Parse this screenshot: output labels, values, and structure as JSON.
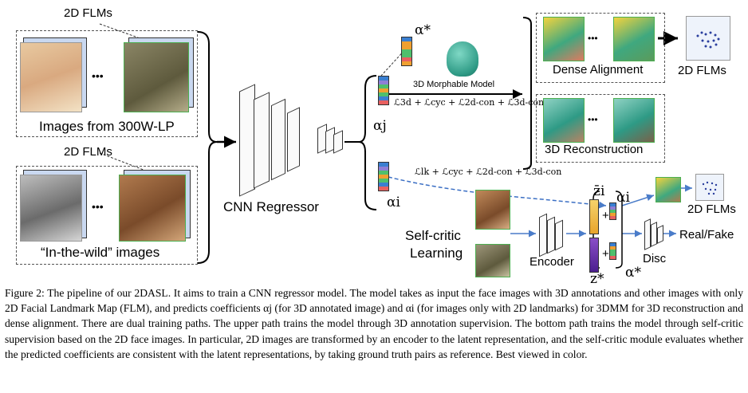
{
  "figure": {
    "top_left": {
      "flm_label_top": "2D FLMs",
      "box_title_top": "Images from 300W-LP",
      "flm_label_bottom": "2D FLMs",
      "box_title_bottom": "“In-the-wild” images",
      "ellipsis": "•••"
    },
    "regressor_label": "CNN Regressor",
    "alpha_star_top": "α*",
    "alpha_j": "αj",
    "alpha_i": "αi",
    "morphable_model": "3D Morphable Model",
    "loss_top": "ℒ3d + ℒcyc + ℒ2d-con + ℒ3d-con",
    "loss_bottom": "ℒlk + ℒcyc + ℒ2d-con + ℒ3d-con",
    "right_boxes": {
      "dense_alignment": "Dense Alignment",
      "reconstruction": "3D Reconstruction",
      "ellipsis": "•••"
    },
    "flm_output_top": "2D FLMs",
    "flm_output_bottom": "2D FLMs",
    "self_critic": [
      "Self-critic",
      "Learning"
    ],
    "encoder": "Encoder",
    "disc": "Disc",
    "real_fake": "Real/Fake",
    "z_bar": "z̄i",
    "z_star": "z*",
    "alpha_i_right": "αi",
    "alpha_star_right": "α*",
    "plus": "+"
  },
  "caption": "Figure 2: The pipeline of our 2DASL. It aims to train a CNN regressor model. The model takes as input the face images with 3D annotations and other images with only 2D Facial Landmark Map (FLM), and predicts coefficients αj (for 3D annotated image) and αi (for images only with 2D landmarks) for 3DMM for 3D reconstruction and dense alignment. There are dual training paths. The upper path trains the model through 3D annotation supervision. The bottom path trains the model through self-critic supervision based on the 2D face images. In particular, 2D images are transformed by an encoder to the latent representation, and the self-critic module evaluates whether the predicted coefficients are consistent with the latent representations, by taking ground truth pairs as reference. Best viewed in color.",
  "colors": {
    "accent_green": "#4caf50",
    "arrow_blue": "#4a7cc9",
    "dash_blue": "#3b6fc4"
  }
}
